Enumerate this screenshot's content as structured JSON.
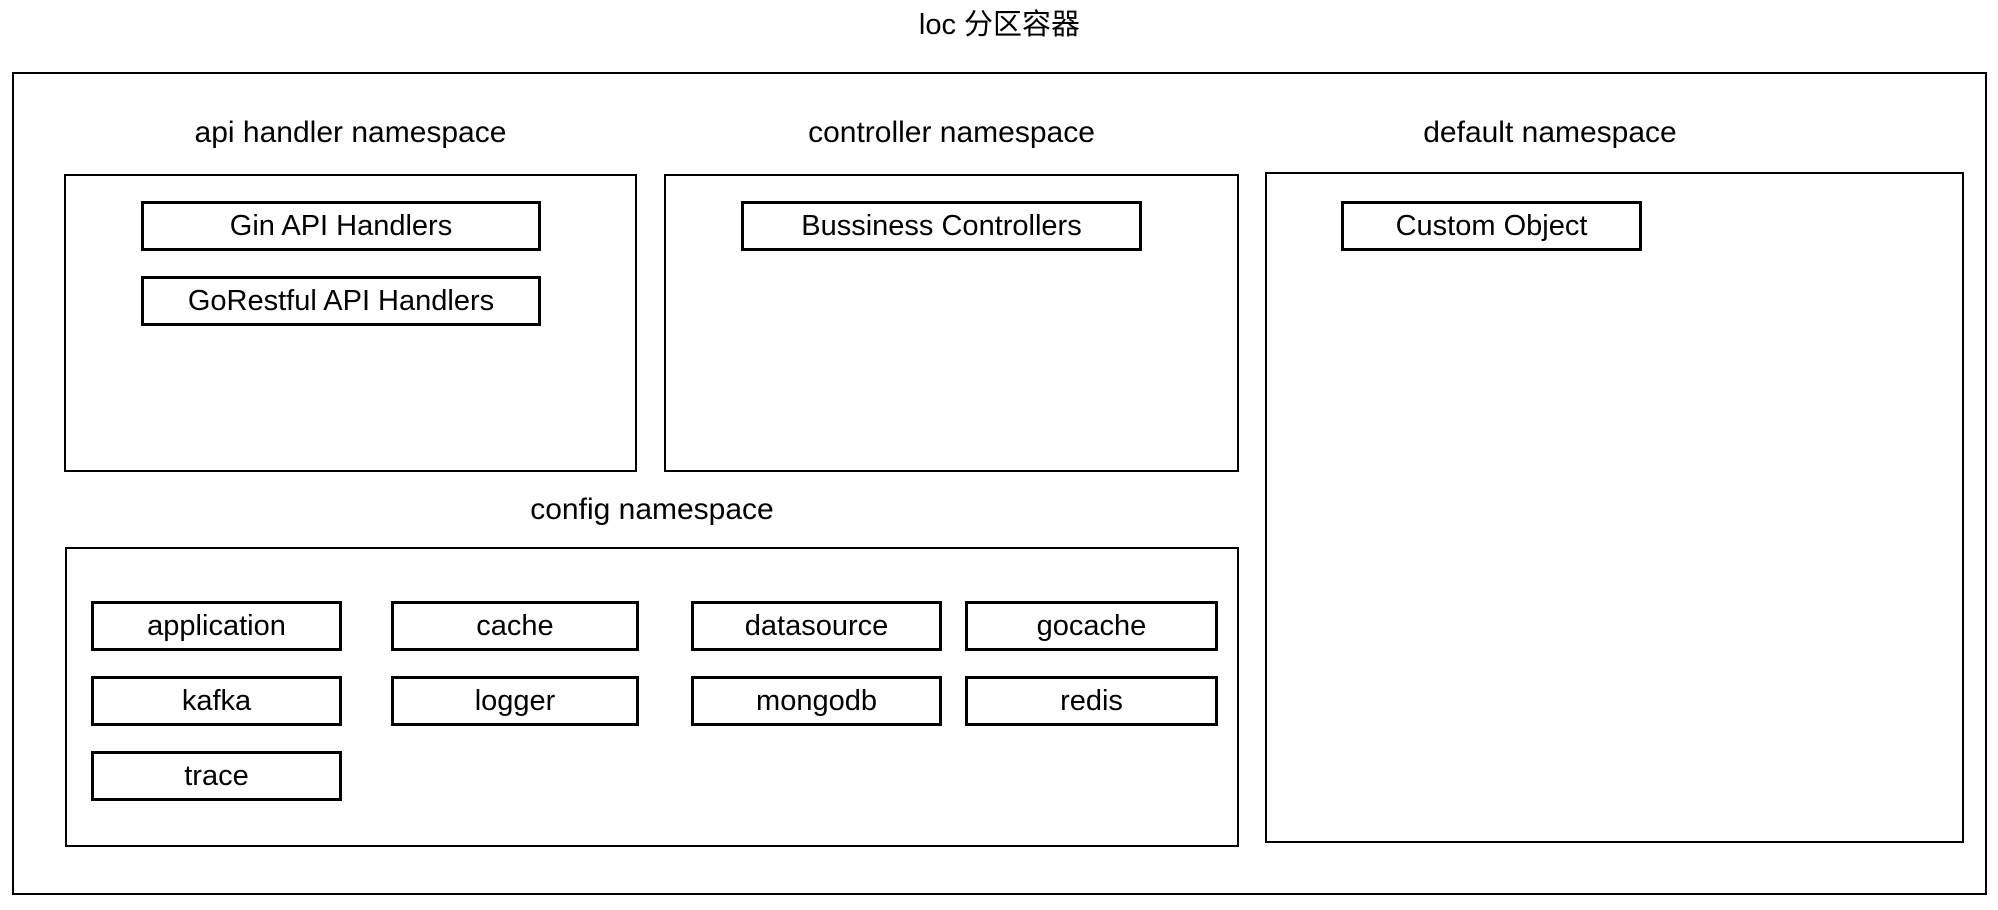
{
  "title": "loc 分区容器",
  "namespaces": {
    "api_handler": {
      "label": "api handler namespace",
      "items": [
        "Gin API Handlers",
        "GoRestful API Handlers"
      ]
    },
    "controller": {
      "label": "controller namespace",
      "items": [
        "Bussiness Controllers"
      ]
    },
    "default": {
      "label": "default namespace",
      "items": [
        "Custom Object"
      ]
    },
    "config": {
      "label": "config namespace",
      "items": [
        "application",
        "cache",
        "datasource",
        "gocache",
        "kafka",
        "logger",
        "mongodb",
        "redis",
        "trace"
      ]
    }
  },
  "colors": {
    "background": "#ffffff",
    "border": "#000000",
    "text": "#000000"
  }
}
